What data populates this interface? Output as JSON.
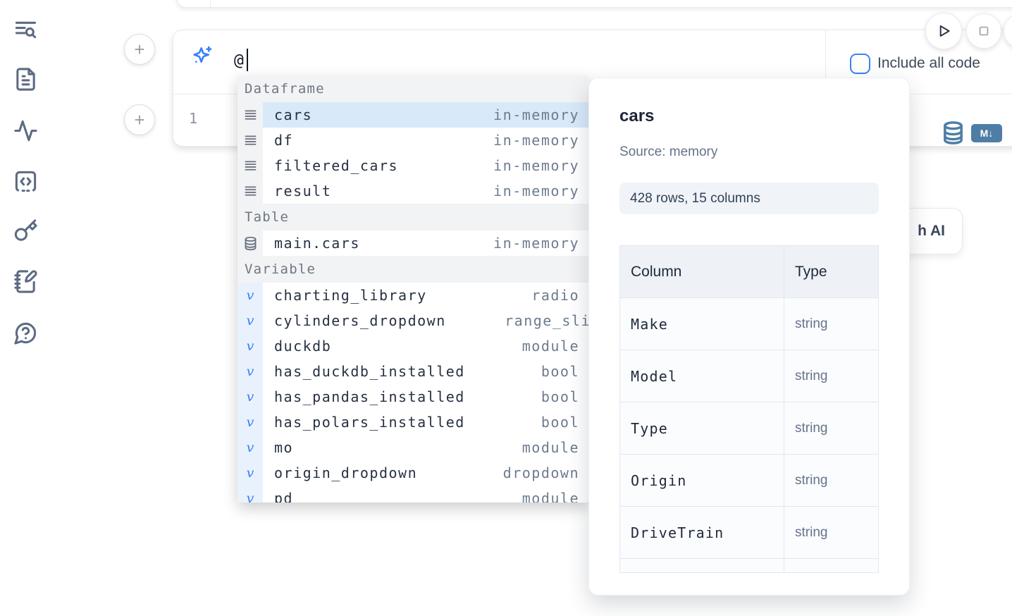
{
  "colors": {
    "accent_blue": "#3b82f6",
    "steel_blue": "#4e7da6",
    "selection_blue": "#d8e9fa",
    "sidebar_icon_slate": "#5d6b83",
    "text_dark": "#273142",
    "text_muted": "#6e7b8f"
  },
  "sidebar": {
    "items": [
      {
        "name": "table-of-contents",
        "icon": "text-search-icon"
      },
      {
        "name": "files",
        "icon": "file-text-icon"
      },
      {
        "name": "tracing",
        "icon": "activity-icon"
      },
      {
        "name": "snippets",
        "icon": "code-square-icon"
      },
      {
        "name": "secrets",
        "icon": "key-icon"
      },
      {
        "name": "scratchpad",
        "icon": "notebook-pen-icon"
      },
      {
        "name": "help",
        "icon": "help-chat-icon"
      }
    ]
  },
  "toolbar": {
    "run_icon": "play-icon",
    "stop_icon": "stop-square-icon"
  },
  "prompt": {
    "icon": "sparkles-icon",
    "value": "@",
    "include_label": "Include all code",
    "checkbox_checked": false
  },
  "editor": {
    "line_number": "1",
    "db_icon": "database-icon",
    "markdown_badge": "M↓"
  },
  "autocomplete": {
    "sections": [
      {
        "label": "Dataframe",
        "icon": "dataframe-icon",
        "items": [
          {
            "name": "cars",
            "type": "in-memory",
            "selected": true
          },
          {
            "name": "df",
            "type": "in-memory"
          },
          {
            "name": "filtered_cars",
            "type": "in-memory"
          },
          {
            "name": "result",
            "type": "in-memory"
          }
        ]
      },
      {
        "label": "Table",
        "icon": "table-icon",
        "items": [
          {
            "name": "main.cars",
            "type": "in-memory"
          }
        ]
      },
      {
        "label": "Variable",
        "icon": "variable-icon",
        "items": [
          {
            "name": "charting_library",
            "type": "radio"
          },
          {
            "name": "cylinders_dropdown",
            "type": "range_sli",
            "truncated": true
          },
          {
            "name": "duckdb",
            "type": "module"
          },
          {
            "name": "has_duckdb_installed",
            "type": "bool"
          },
          {
            "name": "has_pandas_installed",
            "type": "bool"
          },
          {
            "name": "has_polars_installed",
            "type": "bool"
          },
          {
            "name": "mo",
            "type": "module"
          },
          {
            "name": "origin_dropdown",
            "type": "dropdown"
          },
          {
            "name": "pd",
            "type": "module",
            "clipped": true
          }
        ]
      }
    ]
  },
  "preview": {
    "title": "cars",
    "source": "Source: memory",
    "shape": "428 rows, 15 columns",
    "table": {
      "headers": [
        "Column",
        "Type"
      ],
      "rows": [
        {
          "column": "Make",
          "type": "string"
        },
        {
          "column": "Model",
          "type": "string"
        },
        {
          "column": "Type",
          "type": "string"
        },
        {
          "column": "Origin",
          "type": "string"
        },
        {
          "column": "DriveTrain",
          "type": "string"
        },
        {
          "column": "",
          "type": "",
          "partial": true
        }
      ]
    }
  },
  "ai_button": {
    "visible_label": "h AI"
  }
}
